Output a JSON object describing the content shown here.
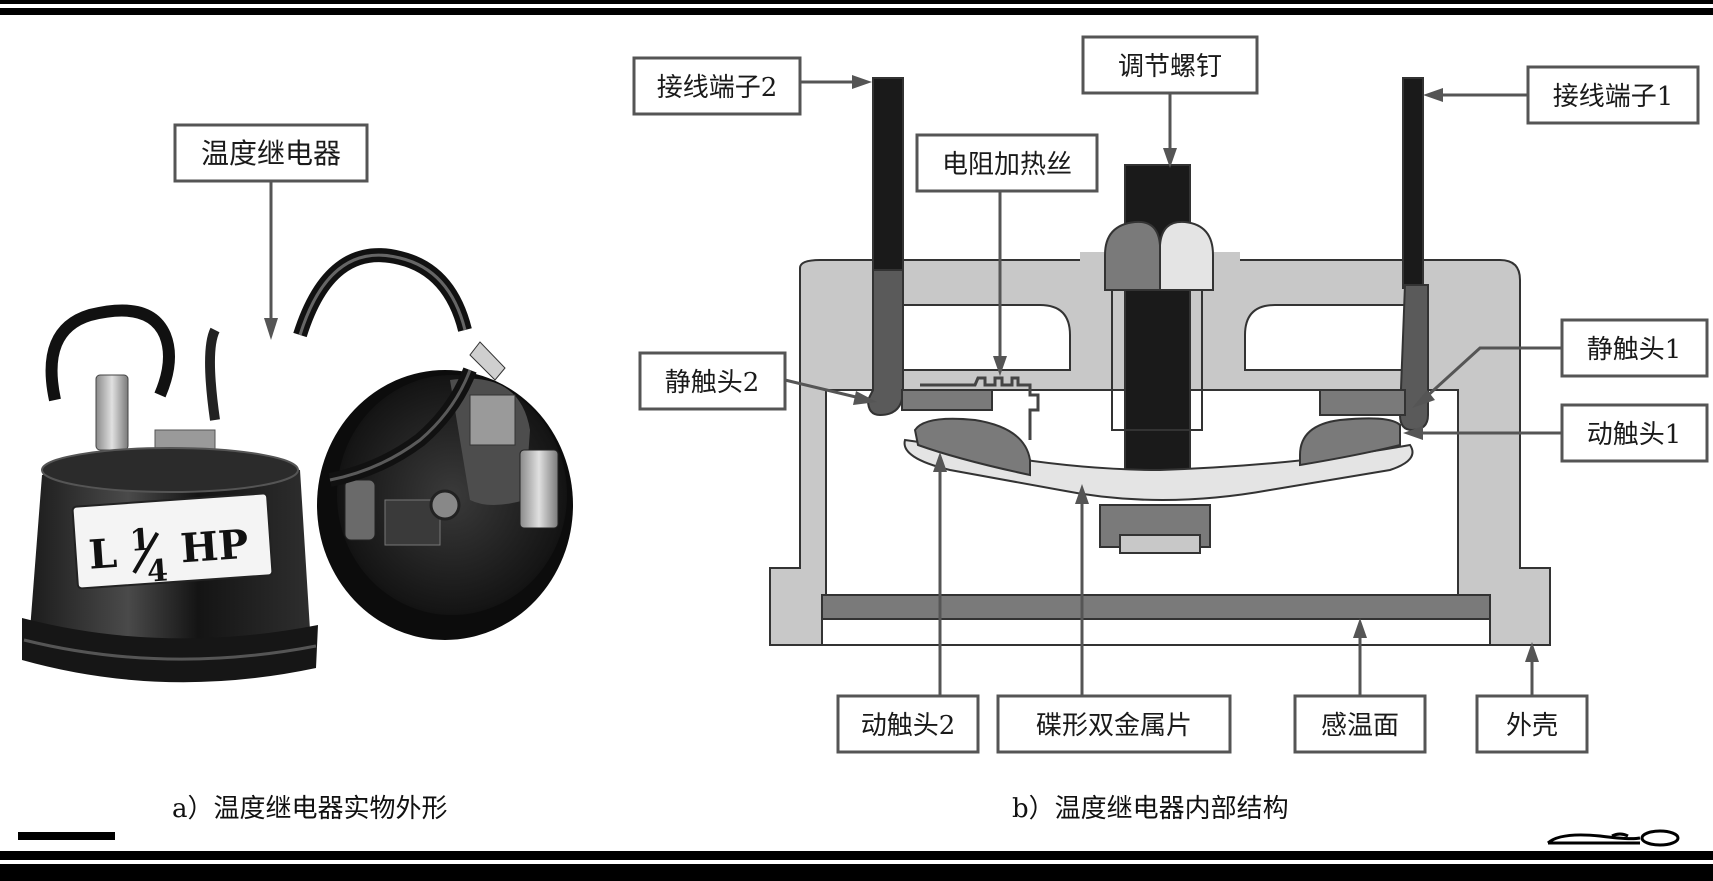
{
  "left_panel": {
    "label": "温度继电器",
    "nameplate": {
      "letter": "L",
      "fraction_top": "1",
      "fraction_bottom": "4",
      "unit": "HP"
    },
    "caption": "a）温度继电器实物外形"
  },
  "right_panel": {
    "labels": {
      "terminal_2": "接线端子2",
      "terminal_1": "接线端子1",
      "adjust_screw": "调节螺钉",
      "heater_wire": "电阻加热丝",
      "static_contact_2": "静触头2",
      "static_contact_1": "静触头1",
      "moving_contact_1": "动触头1",
      "moving_contact_2": "动触头2",
      "bimetal_disc": "碟形双金属片",
      "sensing_face": "感温面",
      "housing": "外壳"
    },
    "caption": "b）温度继电器内部结构"
  },
  "colors": {
    "housing": "#c8c8c8",
    "dark_part": "#1a1a1a",
    "mid_gray": "#7a7a7a",
    "light_gray": "#e4e4e4",
    "frame": "#000000"
  }
}
